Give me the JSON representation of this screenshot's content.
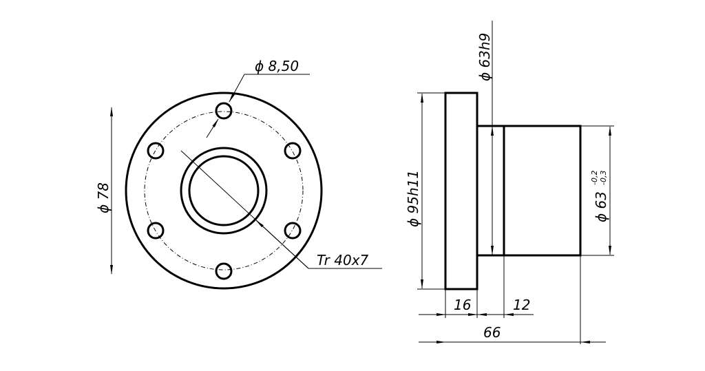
{
  "front_view": {
    "outer_diameter_label": "ϕ 78",
    "hole_diameter_label": "ϕ 8,50",
    "thread_label": "Tr 40x7"
  },
  "side_view": {
    "spigot_label": "ϕ 63h9",
    "flange_diameter_label": "ϕ 95h11",
    "hub_diameter_label": "ϕ 63",
    "hub_tolerance_upper": "-0,2",
    "hub_tolerance_lower": "-0,3",
    "flange_thickness_label": "16",
    "spigot_length_label": "12",
    "overall_length_label": "66"
  }
}
